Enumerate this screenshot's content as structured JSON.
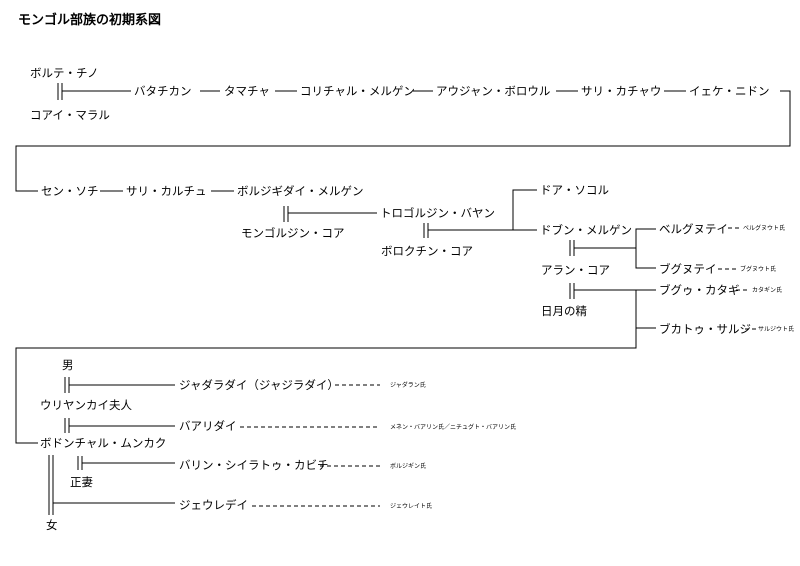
{
  "title": "モンゴル部族の初期系図",
  "people": {
    "borte_chino": "ボルテ・チノ",
    "koai_maral": "コアイ・マラル",
    "batachikan": "バタチカン",
    "tamacha": "タマチャ",
    "korichar_mergen": "コリチャル・メルゲン",
    "aujan_boroul": "アウジャン・ボロウル",
    "sari_kachau": "サリ・カチャウ",
    "yeke_nidun": "イェケ・ニドン",
    "sem_sochi": "セン・ソチ",
    "sari_qarchu": "サリ・カルチュ",
    "borjigidai_mergen": "ボルジギダイ・メルゲン",
    "mongoljin_qoa": "モンゴルジン・コア",
    "torogoljin_bayan": "トロゴルジン・バヤン",
    "borokchin_qoa": "ボロクチン・コア",
    "duwa_soqor": "ドア・ソコル",
    "dobun_mergen": "ドブン・メルゲン",
    "alan_qoa": "アラン・コア",
    "sun_moon_spirit": "日月の精",
    "belgunutei": "ベルグヌテイ",
    "bugunutei": "ブグヌテイ",
    "buqu_qatagi": "ブグゥ・カタギ",
    "buqatu_salji": "ブカトゥ・サルジ",
    "man": "男",
    "uriyangqai_wife": "ウリヤンカイ夫人",
    "bodonchar_munqaq": "ボドンチャル・ムンカク",
    "chief_wife": "正妻",
    "woman": "女",
    "jadaradai": "ジャダラダイ（ジャジラダイ）",
    "baaridai": "バアリダイ",
    "barin_shiratu_qabichi": "バリン・シイラトゥ・カビチ",
    "jeuredei": "ジェウレデイ"
  },
  "clans": {
    "belgunut": "ベルグヌウト氏",
    "bugunut": "ブグヌウト氏",
    "qatagin": "カタギン氏",
    "salji_ut": "サルジウト氏",
    "jadaran": "ジャダラン氏",
    "menen_baarin": "メネン・バアリン氏／ニチュグト・バアリン氏",
    "borjigin": "ボルジギン氏",
    "jeuret": "ジェウレイト氏"
  }
}
